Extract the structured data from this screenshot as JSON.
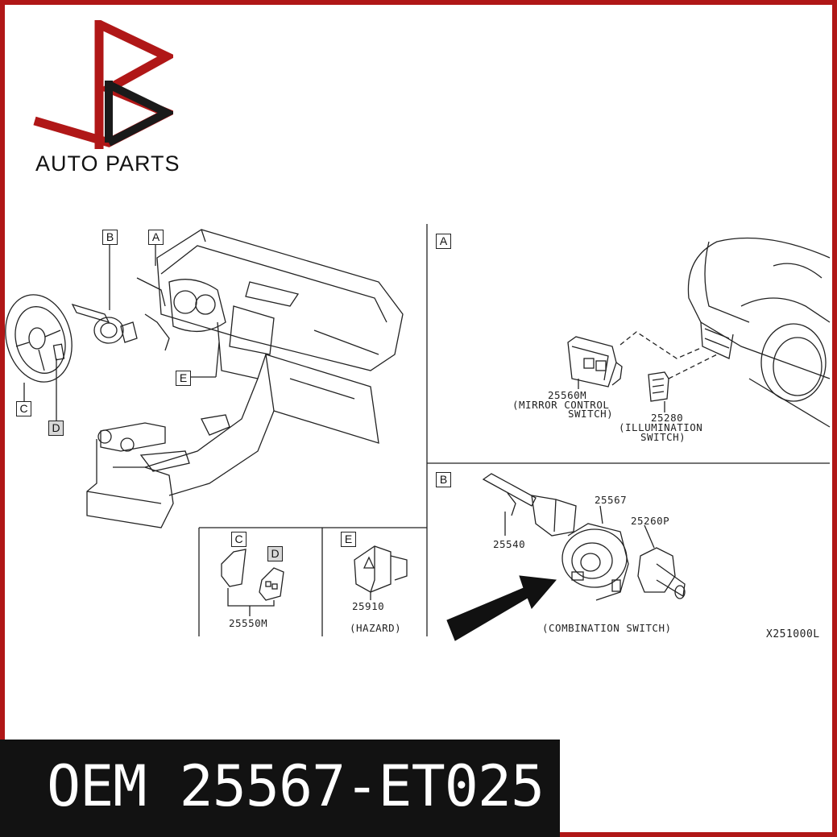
{
  "brand": {
    "name": "AUTO PARTS",
    "accent_color": "#b01717"
  },
  "tags": {
    "a": "A",
    "b": "B",
    "c": "C",
    "d": "D",
    "e": "E"
  },
  "parts": {
    "mirror_code": "25560M",
    "mirror_name_1": "(MIRROR CONTROL",
    "mirror_name_2": "SWITCH)",
    "illum_code": "25280",
    "illum_name_1": "(ILLUMINATION",
    "illum_name_2": "SWITCH)",
    "p25567": "25567",
    "p25260": "25260P",
    "p25540": "25540",
    "combination": "(COMBINATION SWITCH)",
    "p25550": "25550M",
    "p25910": "25910",
    "hazard": "(HAZARD)",
    "drawing_id": "X251000L"
  },
  "banner": {
    "text": "OEM 25567-ET025"
  }
}
